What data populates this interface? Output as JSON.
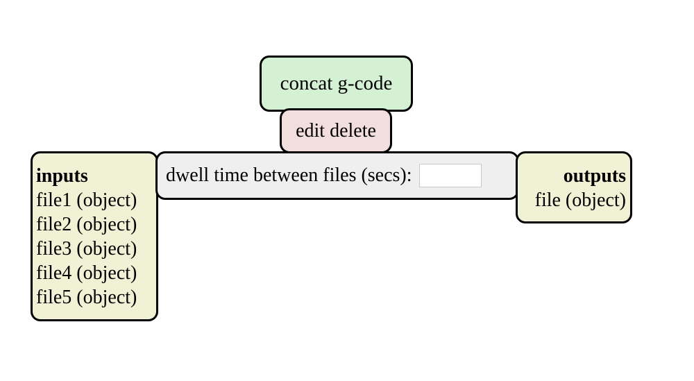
{
  "node": {
    "title": "concat g-code",
    "actions": {
      "edit_label": "edit",
      "delete_label": "delete"
    },
    "params": {
      "label": "dwell time between files (secs):",
      "value": ""
    },
    "inputs": {
      "heading": "inputs",
      "ports": [
        "file1 (object)",
        "file2 (object)",
        "file3 (object)",
        "file4 (object)",
        "file5 (object)"
      ]
    },
    "outputs": {
      "heading": "outputs",
      "ports": [
        "file (object)"
      ]
    }
  },
  "colors": {
    "title_bg": "#d5f1d4",
    "actions_bg": "#f1dedd",
    "params_bg": "#efefef",
    "io_bg": "#f1f1d5"
  }
}
